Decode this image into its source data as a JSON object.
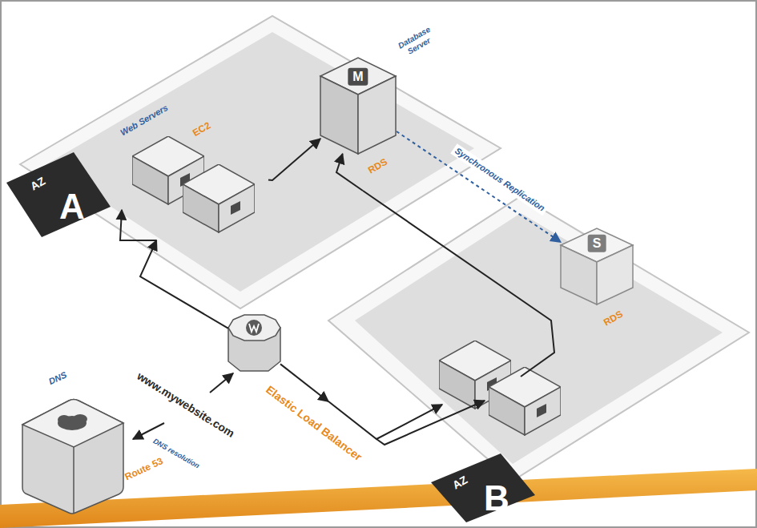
{
  "diagram": {
    "nodes": [
      {
        "text": [
          "AZ",
          "A"
        ]
      },
      {
        "text": [
          "Web Servers",
          "EC2"
        ],
        "in": 0
      },
      {
        "text": [
          "M",
          "Database Server",
          "RDS"
        ],
        "in": 0
      },
      {
        "text": [
          "AZ",
          "B"
        ]
      },
      {
        "text": [
          "S",
          "RDS"
        ],
        "in": 3
      },
      {
        "text": [
          "Elastic Load Balancer"
        ]
      },
      {
        "text": [
          "DNS",
          "Route 53"
        ]
      }
    ],
    "edges": [
      {
        "from": 5,
        "to": 1,
        "arrow": "to"
      },
      {
        "from": 1,
        "to": 2,
        "arrow": "to"
      },
      {
        "from": 5,
        "to": 3,
        "arrow": "to"
      },
      {
        "from": 3,
        "to": 2,
        "arrow": "to"
      },
      {
        "from": 2,
        "to": 4,
        "arrow": "to",
        "label": "Synchronous Replication"
      }
    ],
    "labels": [
      "www.mywebsite.com",
      "DNS resolution"
    ]
  }
}
